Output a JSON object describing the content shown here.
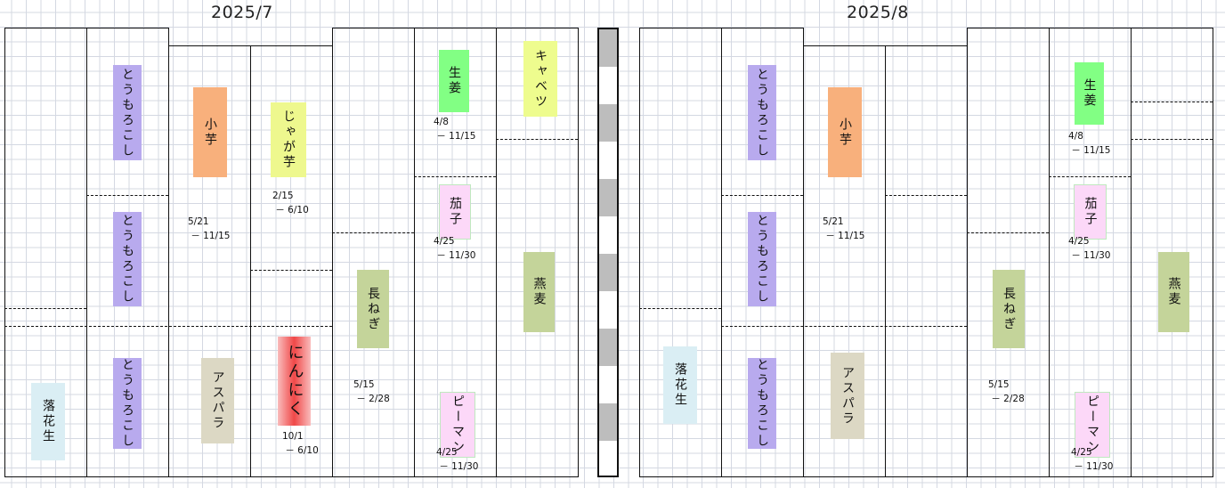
{
  "months": {
    "july": "2025/7",
    "august": "2025/8"
  },
  "crops": {
    "toumorokoshi": "とうもろこし",
    "satoimo": "小芋",
    "jagaimo": "じゃが芋",
    "negi": "長ねぎ",
    "shouga": "生姜",
    "nasu": "茄子",
    "kyabetsu": "キャベツ",
    "rakkasei": "落花生",
    "asupara": "アスパラ",
    "ninniku": "にんにく",
    "piman": "ピーマン",
    "enbaku": "燕麦"
  },
  "dates": {
    "satoimo": "5/21\n － 11/15",
    "jagaimo": "2/15\n － 6/10",
    "negi": "5/15\n － 2/28",
    "shouga": "4/8\n － 11/15",
    "nasu": "4/25\n － 11/30",
    "ninniku": "10/1\n － 6/10",
    "piman": "4/25\n － 11/30"
  },
  "colors": {
    "toumorokoshi": "#b8aaee",
    "satoimo": "#f8b07c",
    "jagaimo": "#eef88e",
    "negi": "#c4d49a",
    "shouga": "#82ff84",
    "nasu": "#fcd8f8",
    "kyabetsu": "#eefc8e",
    "rakkasei": "#daeef4",
    "asupara": "#dcd8c4",
    "ninniku": "#f46a6a",
    "piman": "#fcd8f8",
    "enbaku": "#c4d49a"
  }
}
